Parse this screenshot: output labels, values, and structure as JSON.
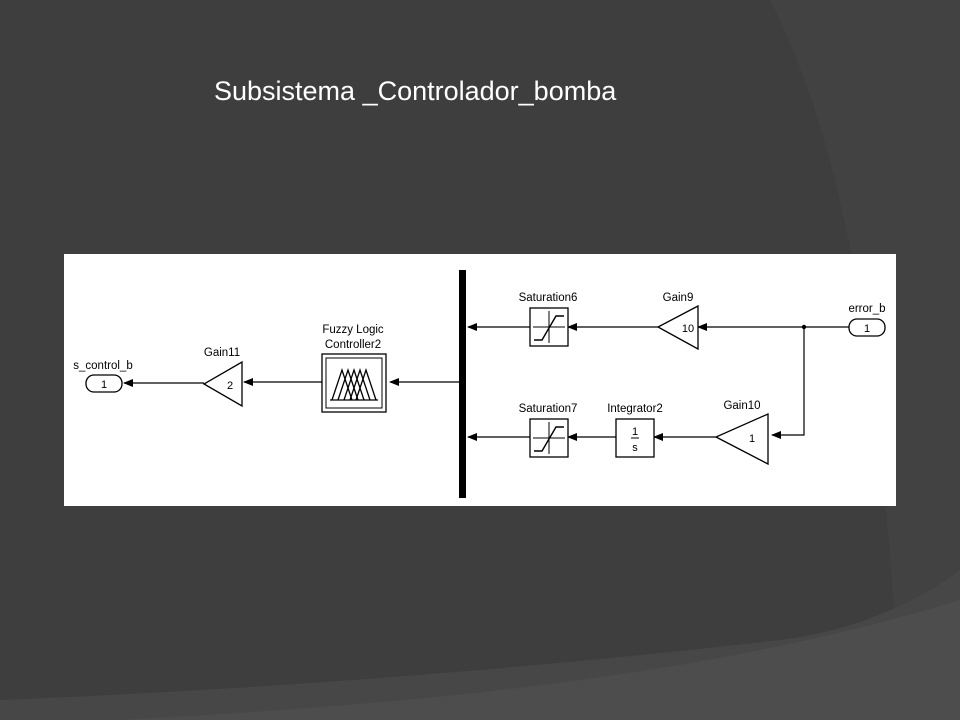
{
  "slide": {
    "title": "Subsistema _Controlador_bomba"
  },
  "diagram": {
    "inport": {
      "name": "error_b",
      "number": "1"
    },
    "outport": {
      "name": "s_control_b",
      "number": "1"
    },
    "gain9": {
      "name": "Gain9",
      "value": "10"
    },
    "gain10": {
      "name": "Gain10",
      "value": "1"
    },
    "gain11": {
      "name": "Gain11",
      "value": "2"
    },
    "saturation6": {
      "name": "Saturation6"
    },
    "saturation7": {
      "name": "Saturation7"
    },
    "integrator2": {
      "name": "Integrator2",
      "numerator": "1",
      "denominator": "s"
    },
    "fuzzy": {
      "name_line1": "Fuzzy Logic",
      "name_line2": "Controller2"
    }
  },
  "colors": {
    "background": "#3a3a3a",
    "background_light": "#4a4a4a",
    "panel": "#ffffff",
    "ink": "#000000",
    "title": "#ffffff"
  }
}
